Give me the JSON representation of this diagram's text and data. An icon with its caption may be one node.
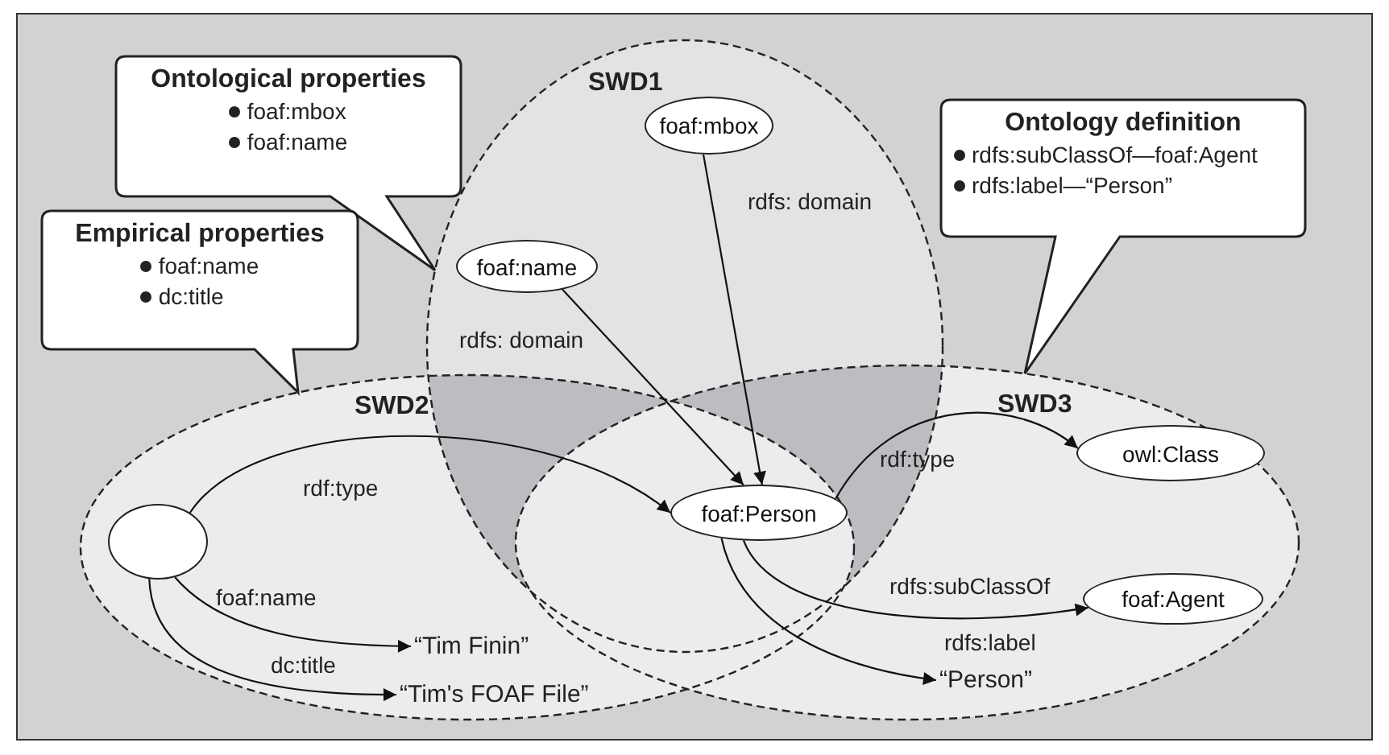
{
  "diagram": {
    "nodes": [
      {
        "text": [
          "Ontological properties",
          "foaf:mbox",
          "foaf:name"
        ]
      },
      {
        "text": [
          "Empirical properties",
          "foaf:name",
          "dc:title"
        ]
      },
      {
        "text": [
          "Ontology definition",
          "rdfs:subClassOf—foaf:Agent",
          "rdfs:label—“Person”"
        ]
      },
      {
        "text": [
          "SWD1"
        ]
      },
      {
        "text": [
          "foaf:mbox"
        ],
        "in": 3
      },
      {
        "text": [
          "foaf:name"
        ],
        "in": 3
      },
      {
        "text": [
          "SWD2"
        ]
      },
      {
        "text": [],
        "shape": "circle",
        "in": 6
      },
      {
        "text": [
          "“Tim Finin”"
        ],
        "in": 6
      },
      {
        "text": [
          "“Tim's FOAF File”"
        ],
        "in": 6
      },
      {
        "text": [
          "SWD3"
        ]
      },
      {
        "text": [
          "foaf:Person"
        ]
      },
      {
        "text": [
          "owl:Class"
        ],
        "in": 10
      },
      {
        "text": [
          "foaf:Agent"
        ],
        "in": 10
      },
      {
        "text": [
          "“Person”"
        ],
        "in": 10
      }
    ],
    "edges": [
      {
        "from": 5,
        "to": 11,
        "arrow": "to",
        "label": "rdfs: domain"
      },
      {
        "from": 4,
        "to": 11,
        "arrow": "to",
        "label": "rdfs: domain"
      },
      {
        "from": 7,
        "to": 11,
        "arrow": "to",
        "label": "rdf:type"
      },
      {
        "from": 11,
        "to": 12,
        "arrow": "to",
        "label": "rdf:type"
      },
      {
        "from": 11,
        "to": 13,
        "arrow": "to",
        "label": "rdfs:subClassOf"
      },
      {
        "from": 11,
        "to": 14,
        "arrow": "to",
        "label": "rdfs:label"
      },
      {
        "from": 7,
        "to": 8,
        "arrow": "to",
        "label": "foaf:name"
      },
      {
        "from": 7,
        "to": 9,
        "arrow": "to",
        "label": "dc:title"
      }
    ]
  }
}
